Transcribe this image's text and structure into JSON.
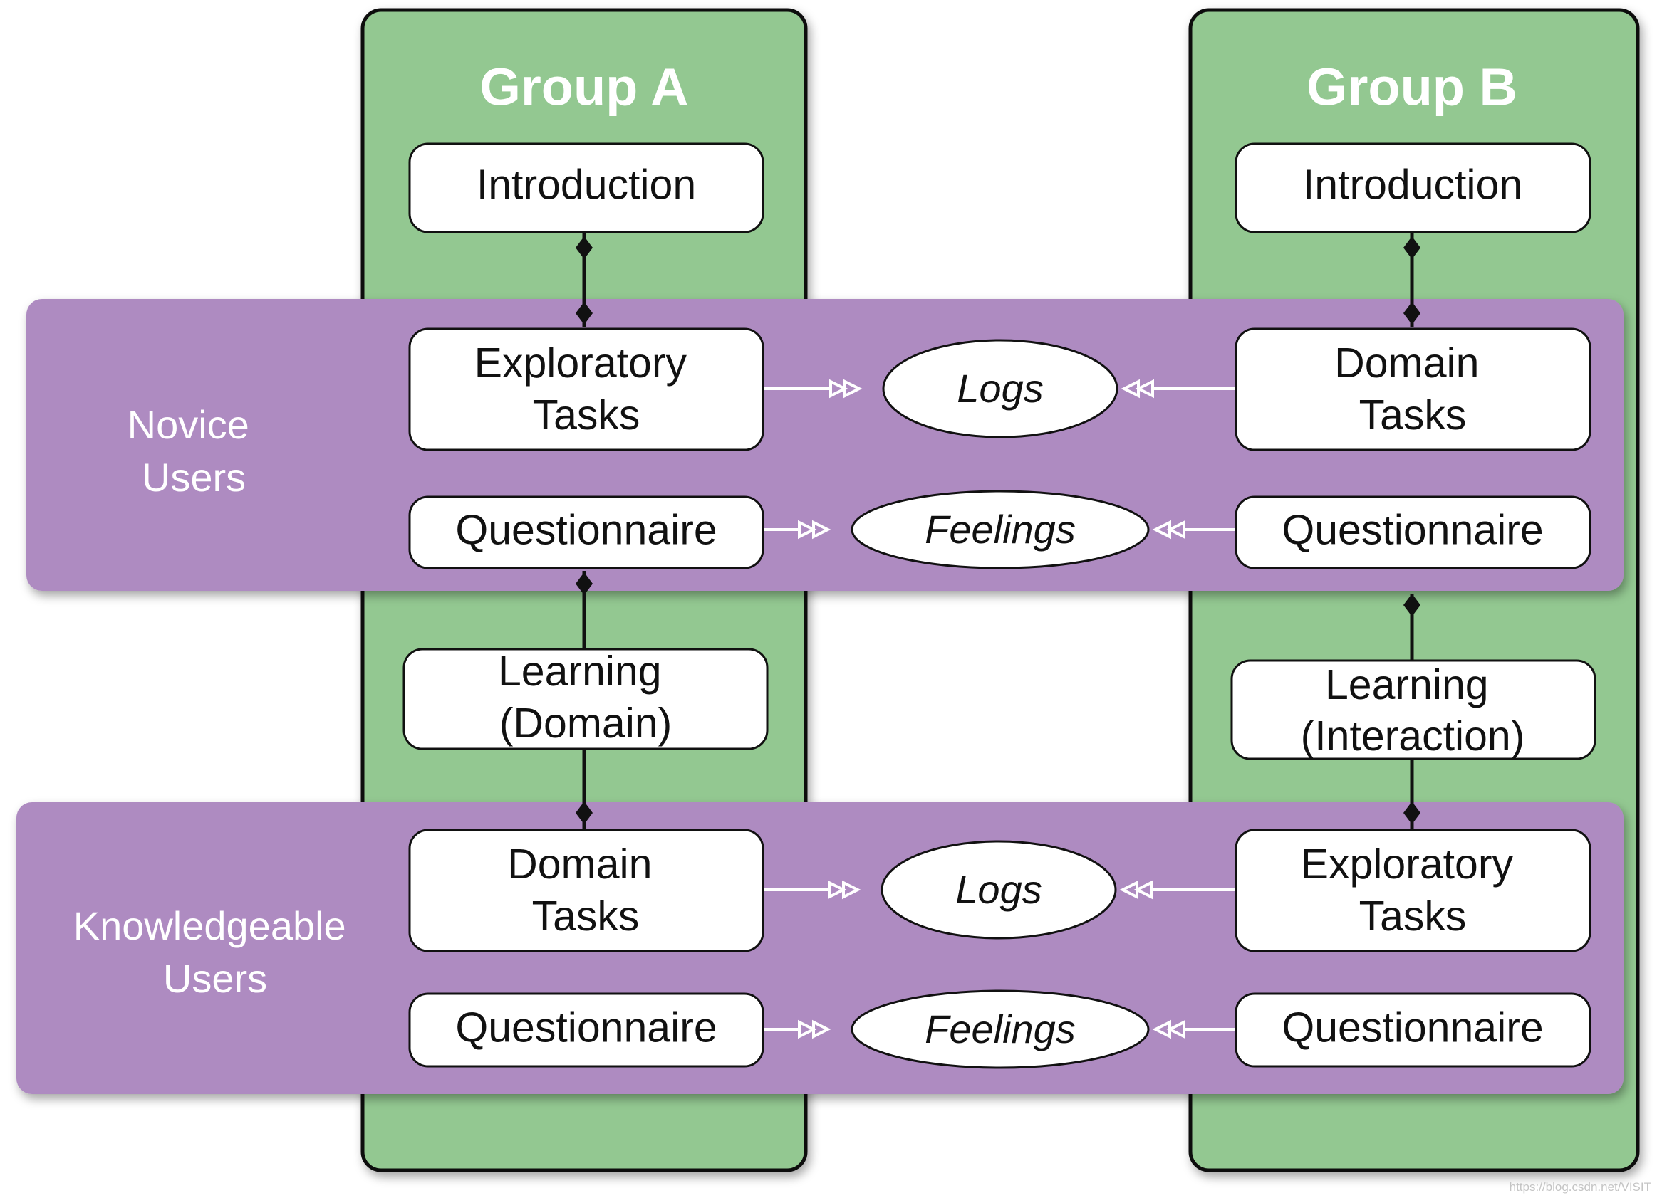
{
  "groups": {
    "a": {
      "title": "Group A",
      "introduction": "Introduction",
      "novice_tasks": [
        "Exploratory",
        "Tasks"
      ],
      "novice_questionnaire": "Questionnaire",
      "learning": [
        "Learning",
        "(Domain)"
      ],
      "knowledgeable_tasks": [
        "Domain",
        "Tasks"
      ],
      "knowledgeable_questionnaire": "Questionnaire"
    },
    "b": {
      "title": "Group B",
      "introduction": "Introduction",
      "novice_tasks": [
        "Domain",
        "Tasks"
      ],
      "novice_questionnaire": "Questionnaire",
      "learning": [
        "Learning",
        "(Interaction)"
      ],
      "knowledgeable_tasks": [
        "Exploratory",
        "Tasks"
      ],
      "knowledgeable_questionnaire": "Questionnaire"
    }
  },
  "bands": {
    "novice": {
      "label": [
        "Novice",
        "Users"
      ],
      "tasks_output": "Logs",
      "questionnaire_output": "Feelings"
    },
    "knowledgeable": {
      "label": [
        "Knowledgeable",
        "Users"
      ],
      "tasks_output": "Logs",
      "questionnaire_output": "Feelings"
    }
  },
  "watermark": "https://blog.csdn.net/VISIT",
  "colors": {
    "group_fill": "#93c891",
    "band_fill": "#ae8bc1",
    "box_fill": "#ffffff",
    "outline": "#111111",
    "label_text": "#ffffff"
  }
}
